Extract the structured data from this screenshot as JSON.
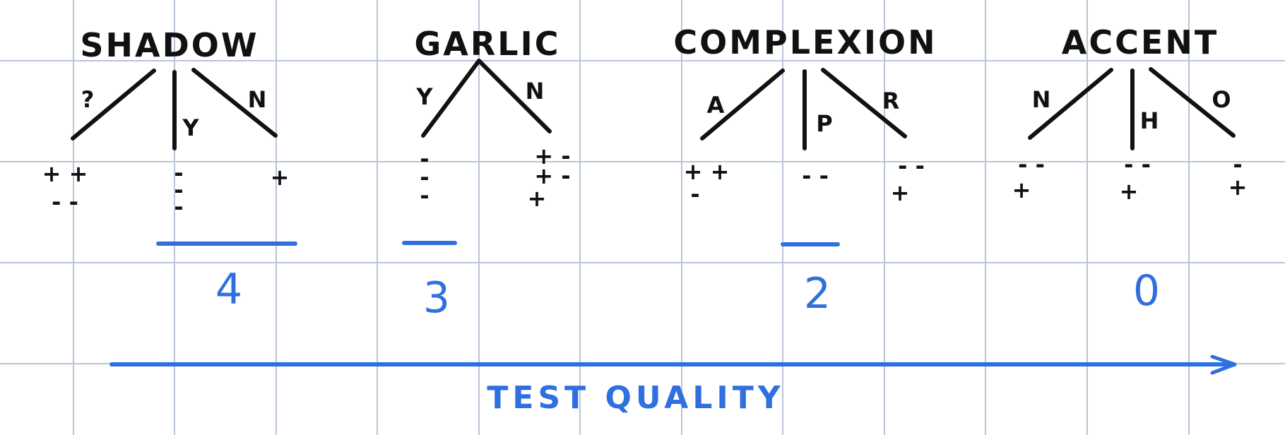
{
  "colors": {
    "grid": "#b9c4d9",
    "ink": "#111111",
    "accent": "#2f6fe0"
  },
  "features": [
    {
      "name": "SHADOW",
      "branches": [
        {
          "label": "?",
          "outcomes": [
            "+ +",
            "- -"
          ]
        },
        {
          "label": "Y",
          "outcomes": [
            "-",
            "-",
            "-"
          ]
        },
        {
          "label": "N",
          "outcomes": [
            "+"
          ]
        }
      ],
      "score": "4"
    },
    {
      "name": "GARLIC",
      "branches": [
        {
          "label": "Y",
          "outcomes": [
            "-",
            "-",
            "-"
          ]
        },
        {
          "label": "N",
          "outcomes": [
            "+ -",
            "+ -",
            "+"
          ]
        }
      ],
      "score": "3"
    },
    {
      "name": "COMPLEXION",
      "branches": [
        {
          "label": "A",
          "outcomes": [
            "+ +",
            "-"
          ]
        },
        {
          "label": "P",
          "outcomes": [
            "- -"
          ]
        },
        {
          "label": "R",
          "outcomes": [
            "- -",
            "+"
          ]
        }
      ],
      "score": "2"
    },
    {
      "name": "ACCENT",
      "branches": [
        {
          "label": "N",
          "outcomes": [
            "- -",
            "+"
          ]
        },
        {
          "label": "H",
          "outcomes": [
            "- -",
            "+"
          ]
        },
        {
          "label": "O",
          "outcomes": [
            "-",
            "+"
          ]
        }
      ],
      "score": "0"
    }
  ],
  "axis_label": "TEST QUALITY"
}
